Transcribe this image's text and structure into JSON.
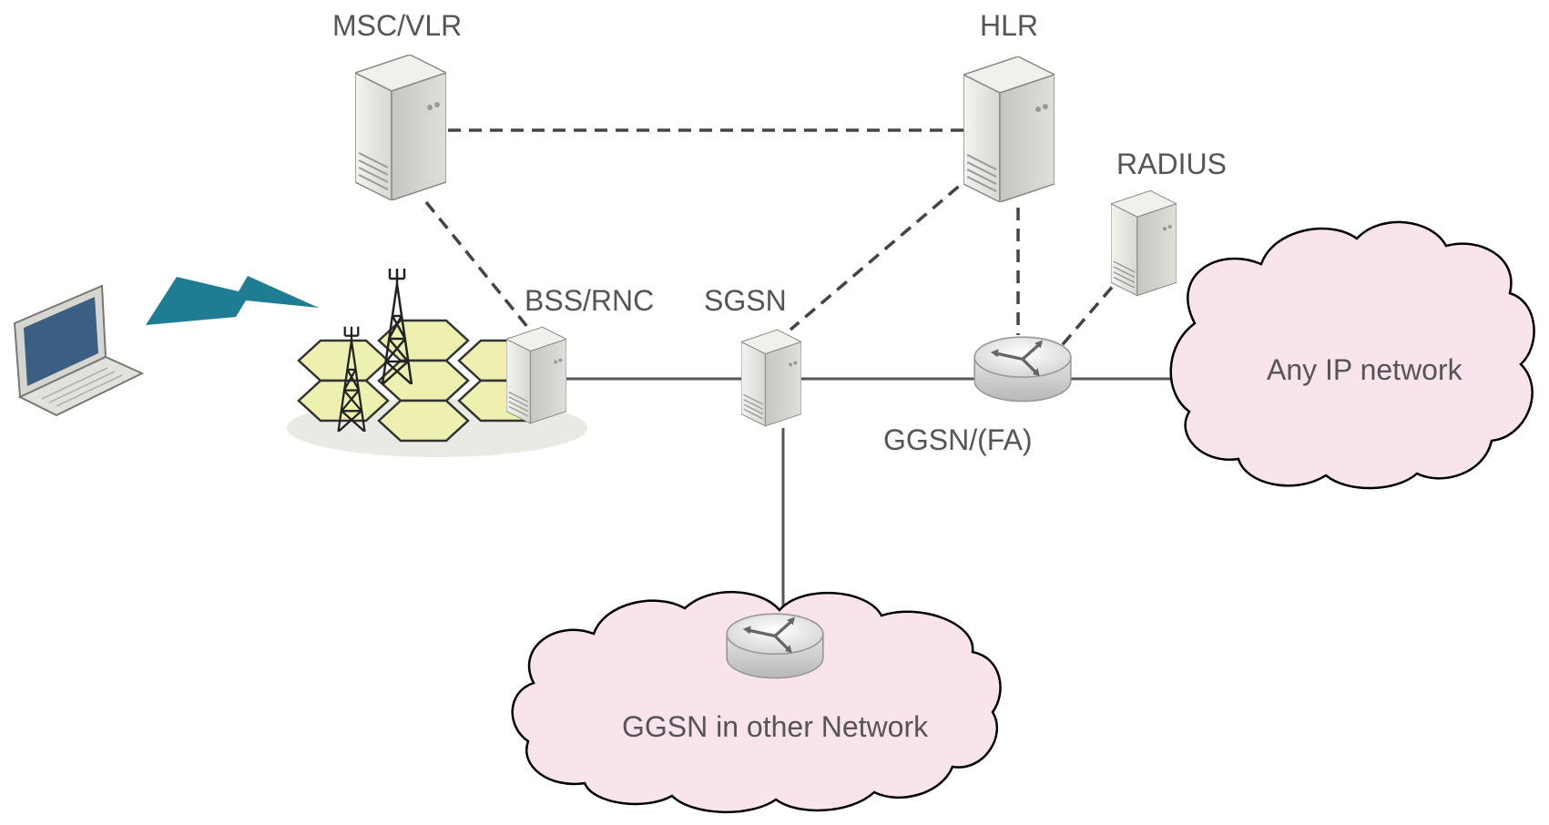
{
  "labels": {
    "msc_vlr": "MSC/VLR",
    "hlr": "HLR",
    "radius": "RADIUS",
    "bss_rnc": "BSS/RNC",
    "sgsn": "SGSN",
    "ggsn_fa": "GGSN/(FA)",
    "any_ip": "Any IP network",
    "ggsn_other": "GGSN in other Network"
  },
  "icons": {
    "laptop": "laptop-icon",
    "wireless": "lightning-bolt-icon",
    "cell_towers": "cell-tower-icon",
    "server": "server-icon",
    "router": "router-icon",
    "cloud": "cloud-icon"
  },
  "colors": {
    "cloud_fill": "#f9e4ee",
    "hex_cells": "#eef0b0",
    "bolt": "#1f7d93",
    "label_text": "#555555"
  }
}
